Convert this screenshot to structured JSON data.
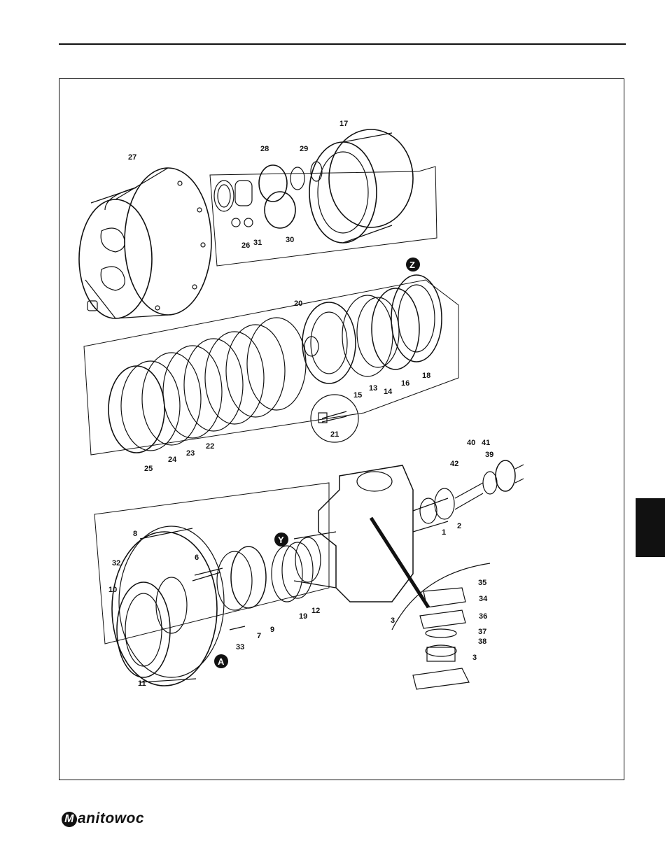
{
  "page": {
    "tab_color": "#111111",
    "logo": {
      "text": "anitowoc",
      "initial": "M"
    }
  },
  "diagram": {
    "callouts": {
      "c1": "1",
      "c2": "2",
      "c3": "3",
      "c3b": "3",
      "c6": "6",
      "c7": "7",
      "c8": "8",
      "c9": "9",
      "c10": "10",
      "c11": "11",
      "c12": "12",
      "c13": "13",
      "c14": "14",
      "c15": "15",
      "c16": "16",
      "c17": "17",
      "c18": "18",
      "c19": "19",
      "c20": "20",
      "c21": "21",
      "c22": "22",
      "c23": "23",
      "c24": "24",
      "c25": "25",
      "c26": "26",
      "c27": "27",
      "c28": "28",
      "c29": "29",
      "c30": "30",
      "c31": "31",
      "c32": "32",
      "c33": "33",
      "c34": "34",
      "c35": "35",
      "c36": "36",
      "c37": "37",
      "c38": "38",
      "c39": "39",
      "c40": "40",
      "c41": "41",
      "c42": "42"
    },
    "markers": {
      "z": "Z",
      "y": "Y",
      "a": "A"
    }
  }
}
